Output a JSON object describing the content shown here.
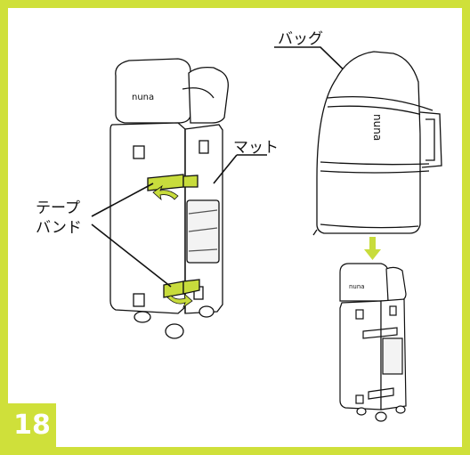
{
  "labels": {
    "bag": "バッグ",
    "mat": "マット",
    "tape_band_line1": "テープ",
    "tape_band_line2": "バンド"
  },
  "brand_logo": "nuna",
  "step_number": "18",
  "colors": {
    "accent_green": "#cfe03a",
    "tape_green": "#c8dc3c",
    "line": "#111111"
  },
  "icons": [
    "rotate-arrow-icon",
    "down-arrow-icon"
  ]
}
